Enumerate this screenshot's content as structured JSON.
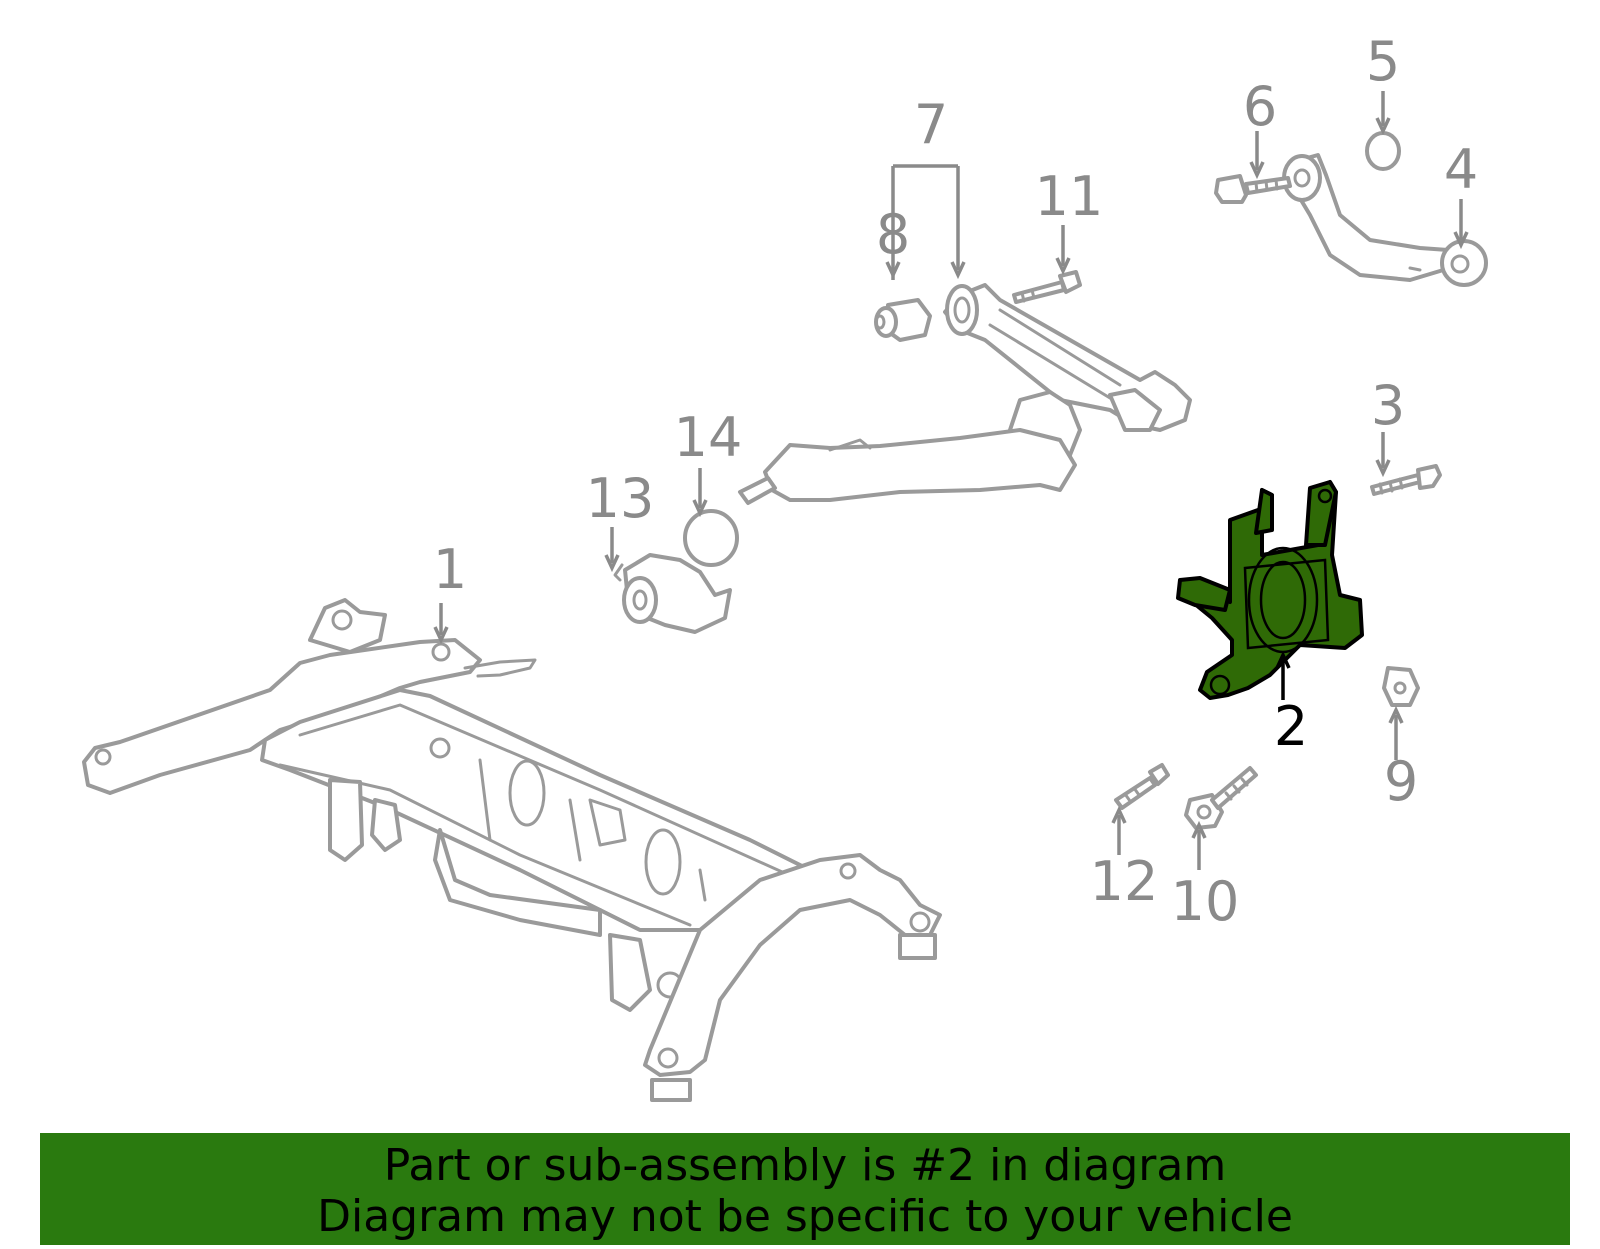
{
  "callouts": {
    "c1": "1",
    "c2": "2",
    "c3": "3",
    "c4": "4",
    "c5": "5",
    "c6": "6",
    "c7": "7",
    "c8": "8",
    "c9": "9",
    "c10": "10",
    "c11": "11",
    "c12": "12",
    "c13": "13",
    "c14": "14"
  },
  "highlight": {
    "part_number": "2",
    "color": "#2a7a0f"
  },
  "banner": {
    "line1": "Part or sub-assembly is #2 in diagram",
    "line2": "Diagram may not be specific to your vehicle"
  }
}
